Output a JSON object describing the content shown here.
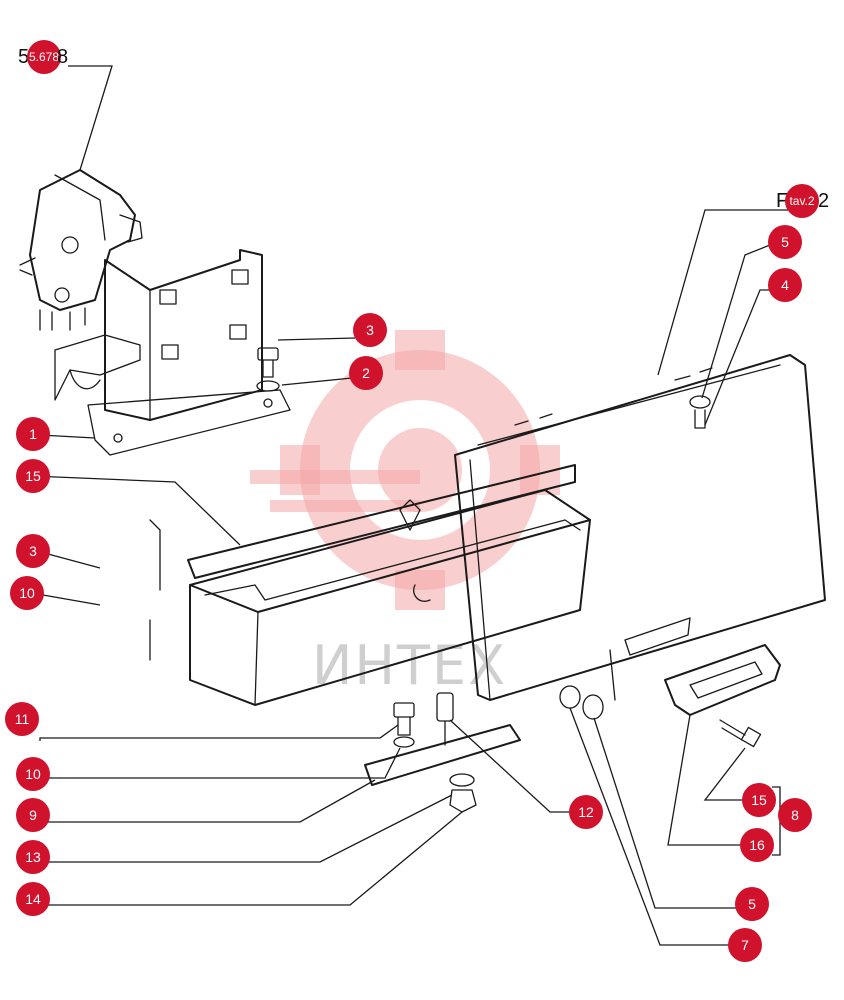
{
  "refs": {
    "top_left": {
      "prefix": "5",
      "badge": "5.678",
      "suffix": "8"
    },
    "top_right": {
      "prefix": "F",
      "badge": "tav.2",
      "suffix": "2"
    }
  },
  "watermark": {
    "text": "ИНТЕХ"
  },
  "callouts": [
    {
      "id": "c1",
      "label": "1"
    },
    {
      "id": "c2",
      "label": "2"
    },
    {
      "id": "c3a",
      "label": "3"
    },
    {
      "id": "c3b",
      "label": "3"
    },
    {
      "id": "c4",
      "label": "4"
    },
    {
      "id": "c5a",
      "label": "5"
    },
    {
      "id": "c5b",
      "label": "5"
    },
    {
      "id": "c7",
      "label": "7"
    },
    {
      "id": "c8",
      "label": "8"
    },
    {
      "id": "c9",
      "label": "9"
    },
    {
      "id": "c10a",
      "label": "10"
    },
    {
      "id": "c10b",
      "label": "10"
    },
    {
      "id": "c11",
      "label": "11"
    },
    {
      "id": "c12",
      "label": "12"
    },
    {
      "id": "c13",
      "label": "13"
    },
    {
      "id": "c14",
      "label": "14"
    },
    {
      "id": "c15a",
      "label": "15"
    },
    {
      "id": "c15b",
      "label": "15"
    },
    {
      "id": "c16",
      "label": "16"
    }
  ]
}
